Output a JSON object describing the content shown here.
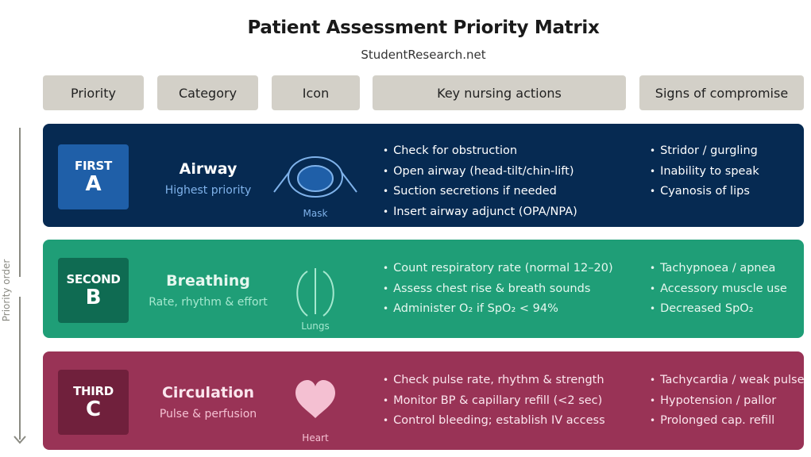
{
  "header": {
    "title": "Patient Assessment Priority Matrix",
    "subtitle": "StudentResearch.net"
  },
  "columns": [
    "Priority",
    "Category",
    "Icon",
    "Key nursing actions",
    "Signs of compromise"
  ],
  "axis": {
    "label": "Priority order",
    "direction": "down"
  },
  "rows": [
    {
      "rank": "FIRST",
      "letter": "A",
      "category": "Airway",
      "description": "Highest priority",
      "icon": "mask-icon",
      "icon_label": "Mask",
      "actions": [
        "Check for obstruction",
        "Open airway (head-tilt/chin-lift)",
        "Suction secretions if needed",
        "Insert airway adjunct (OPA/NPA)"
      ],
      "signs": [
        "Stridor / gurgling",
        "Inability to speak",
        "Cyanosis of lips"
      ],
      "colors": {
        "bg": "#062a52",
        "badge": "#1f5fa8",
        "desc": "#7fb2ea",
        "icon": "#7fb2ea"
      }
    },
    {
      "rank": "SECOND",
      "letter": "B",
      "category": "Breathing",
      "description": "Rate, rhythm & effort",
      "icon": "lungs-icon",
      "icon_label": "Lungs",
      "actions": [
        "Count respiratory rate (normal 12–20)",
        "Assess chest rise & breath sounds",
        "Administer O₂ if SpO₂ < 94%"
      ],
      "signs": [
        "Tachypnoea / apnea",
        "Accessory muscle use",
        "Decreased SpO₂"
      ],
      "colors": {
        "bg": "#1f9e77",
        "badge": "#0f6b52",
        "desc": "#a5e8cf",
        "icon": "#a5e8cf"
      }
    },
    {
      "rank": "THIRD",
      "letter": "C",
      "category": "Circulation",
      "description": "Pulse & perfusion",
      "icon": "heart-icon",
      "icon_label": "Heart",
      "actions": [
        "Check pulse rate, rhythm & strength",
        "Monitor BP & capillary refill (<2 sec)",
        "Control bleeding; establish IV access"
      ],
      "signs": [
        "Tachycardia / weak pulse",
        "Hypotension / pallor",
        "Prolonged cap. refill"
      ],
      "colors": {
        "bg": "#993356",
        "badge": "#70203c",
        "desc": "#f4c0d2",
        "icon": "#f4c0d2"
      }
    }
  ]
}
